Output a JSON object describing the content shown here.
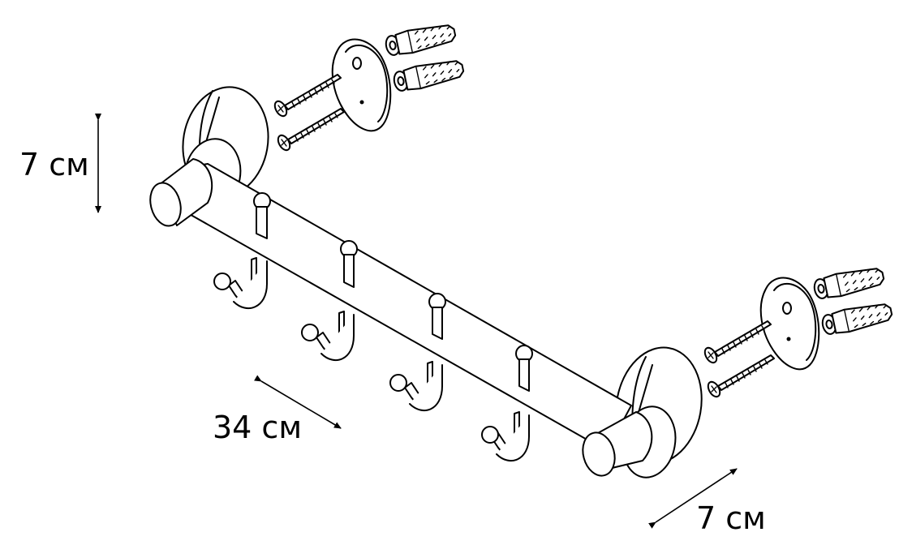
{
  "dimensions": {
    "height_label": "7 см",
    "length_label": "34 см",
    "depth_label": "7 см"
  }
}
